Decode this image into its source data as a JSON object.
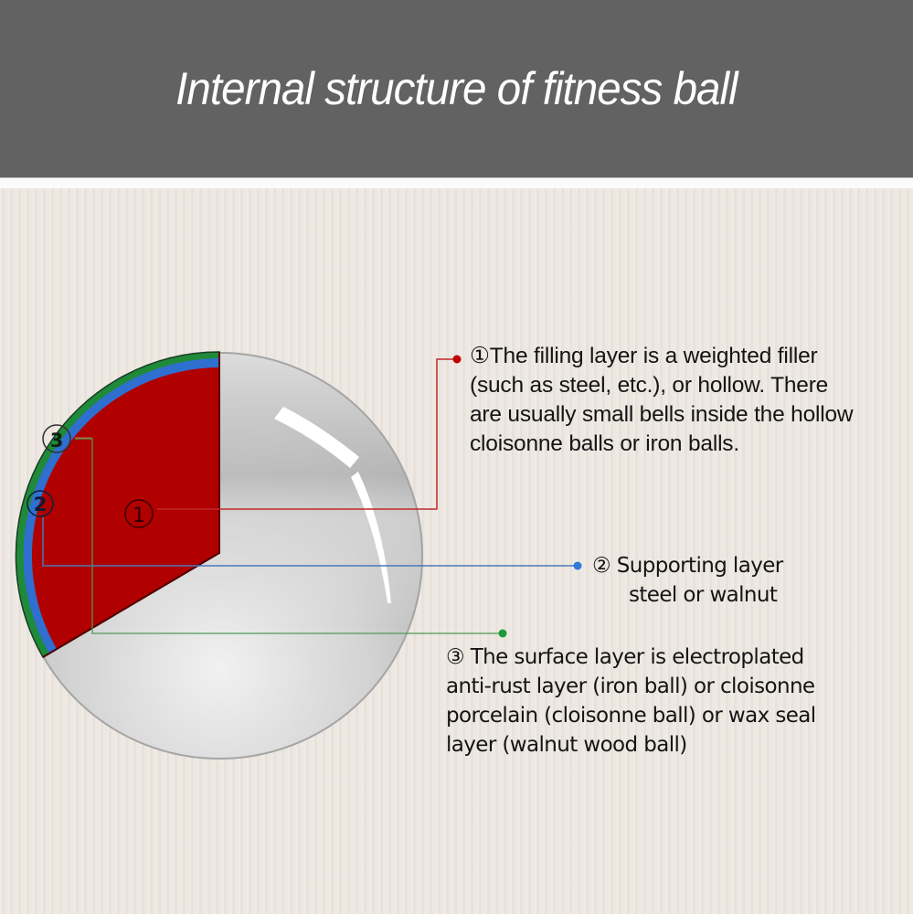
{
  "header": {
    "title": "Internal structure of fitness ball",
    "background": "#626262"
  },
  "diagram": {
    "subject": "fitness ball cross-section",
    "layers": [
      {
        "number": "①",
        "name": "filling layer",
        "color": "#b00000",
        "marker_label": "1",
        "text_lines": [
          "①The filling layer is a weighted filler",
          "(such as steel, etc.), or hollow. There",
          "are usually small bells inside the hollow",
          "cloisonne balls or iron balls."
        ]
      },
      {
        "number": "②",
        "name": "supporting layer",
        "color": "#2f6fd0",
        "marker_label": "2",
        "text_lines": [
          "② Supporting layer",
          "steel or walnut"
        ]
      },
      {
        "number": "③",
        "name": "surface layer",
        "color": "#1f8a3a",
        "marker_label": "3",
        "text_lines": [
          "③ The surface layer is electroplated",
          "anti-rust layer (iron ball) or cloisonne",
          "porcelain (cloisonne ball) or wax seal",
          "layer (walnut wood ball)"
        ]
      }
    ]
  }
}
